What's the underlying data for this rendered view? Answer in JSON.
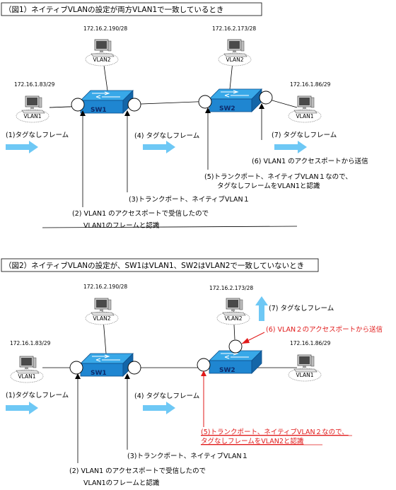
{
  "fig1": {
    "title": "（図1）ネイティブVLANの設定が両方VLAN1で一致しているとき",
    "pc_left": {
      "ip": "172.16.1.83/29",
      "vlan": "VLAN1"
    },
    "pc_mid1": {
      "ip": "172.16.2.190/28",
      "vlan": "VLAN2"
    },
    "pc_mid2": {
      "ip": "172.16.2.173/28",
      "vlan": "VLAN2"
    },
    "pc_right": {
      "ip": "172.16.1.86/29",
      "vlan": "VLAN1"
    },
    "sw1": "SW1",
    "sw2": "SW2",
    "step1": "(1)タグなしフレーム",
    "step4": "(4) タグなしフレーム",
    "step7": "(7) タグなしフレーム",
    "step6": "(6) VLAN1 のアクセスポートから送信",
    "step5_line1": "(5)トランクポート、ネイティブVLAN１なので、",
    "step5_line2": "タグなしフレームをVLAN1と認識",
    "step3": "(3)トランクポート、ネイティブVLAN１",
    "step2_line1": "(2) VLAN1 のアクセスポートで受信したので",
    "step2_line2": "VLAN1のフレームと認識"
  },
  "fig2": {
    "title": "（図2）ネイティブVLANの設定が、SW1はVLAN1、SW2はVLAN2で一致していないとき",
    "pc_left": {
      "ip": "172.16.1.83/29",
      "vlan": "VLAN1"
    },
    "pc_mid1": {
      "ip": "172.16.2.190/28",
      "vlan": "VLAN2"
    },
    "pc_mid2": {
      "ip": "172.16.2.173/28",
      "vlan": "VLAN2"
    },
    "pc_right": {
      "ip": "172.16.1.86/29",
      "vlan": "VLAN1"
    },
    "sw1": "SW1",
    "sw2": "SW2",
    "step1": "(1)タグなしフレーム",
    "step4": "(4) タグなしフレーム",
    "step7": "(7) タグなしフレーム",
    "step6": "(6) VLAN２のアクセスポートから送信",
    "step5_line1": "(5)トランクポート、ネイティブVLAN２なので、",
    "step5_line2": "タグなしフレームをVLAN2と認識",
    "step3": "(3)トランクポート、ネイティブVLAN１",
    "step2_line1": "(2) VLAN1 のアクセスポートで受信したので",
    "step2_line2": "VLAN1のフレームと認識"
  },
  "colors": {
    "arrow": "#6ec8f5",
    "switch": "#1f86d1",
    "red": "#e11a1a"
  }
}
